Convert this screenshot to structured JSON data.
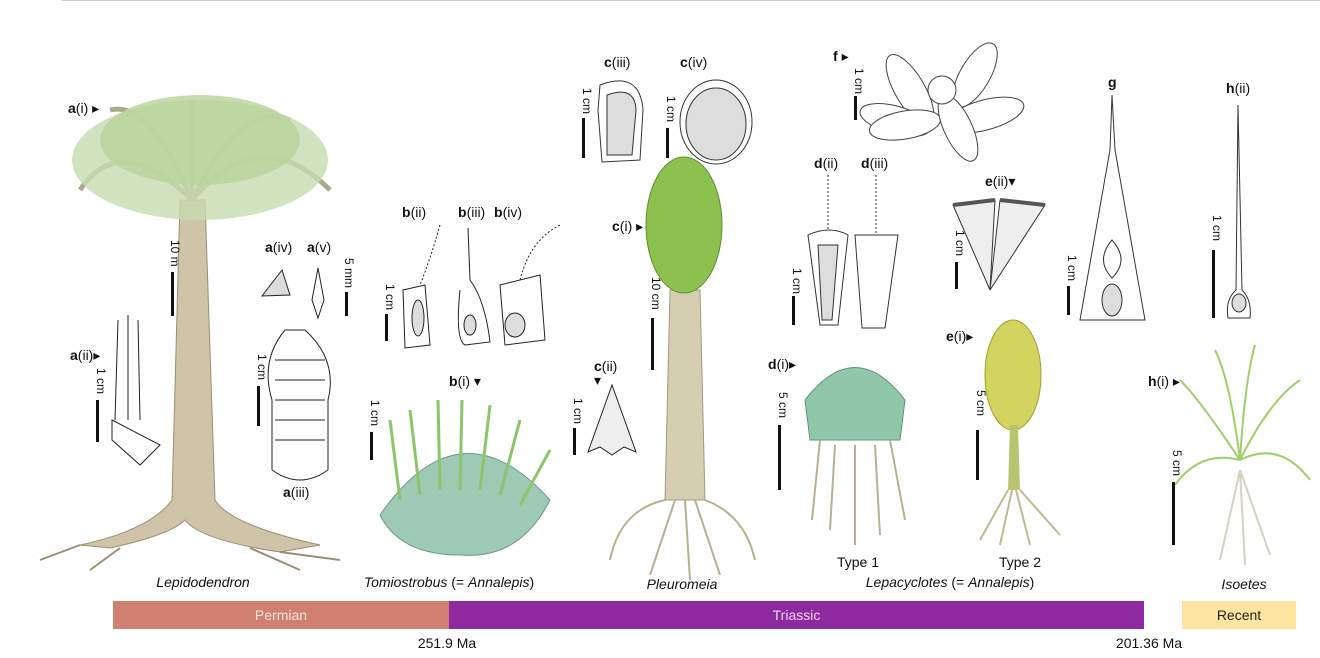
{
  "panels": {
    "a_i": {
      "letter": "a",
      "num": "(i)",
      "arrow": "▸"
    },
    "a_ii": {
      "letter": "a",
      "num": "(ii)",
      "arrow": "▸"
    },
    "a_iii": {
      "letter": "a",
      "num": "(iii)"
    },
    "a_iv": {
      "letter": "a",
      "num": "(iv)"
    },
    "a_v": {
      "letter": "a",
      "num": "(v)"
    },
    "b_i": {
      "letter": "b",
      "num": "(i)",
      "arrow": "▾"
    },
    "b_ii": {
      "letter": "b",
      "num": "(ii)"
    },
    "b_iii": {
      "letter": "b",
      "num": "(iii)"
    },
    "b_iv": {
      "letter": "b",
      "num": "(iv)"
    },
    "c_i": {
      "letter": "c",
      "num": "(i)",
      "arrow": "▸"
    },
    "c_ii": {
      "letter": "c",
      "num": "(ii)",
      "arrow": "▾"
    },
    "c_iii": {
      "letter": "c",
      "num": "(iii)"
    },
    "c_iv": {
      "letter": "c",
      "num": "(iv)"
    },
    "d_i": {
      "letter": "d",
      "num": "(i)",
      "arrow": "▸"
    },
    "d_ii": {
      "letter": "d",
      "num": "(ii)"
    },
    "d_iii": {
      "letter": "d",
      "num": "(iii)"
    },
    "e_i": {
      "letter": "e",
      "num": "(i)",
      "arrow": "▸"
    },
    "e_ii": {
      "letter": "e",
      "num": "(ii)",
      "arrow": "▾"
    },
    "f": {
      "letter": "f",
      "arrow": "▸"
    },
    "g": {
      "letter": "g"
    },
    "h_i": {
      "letter": "h",
      "num": "(i)",
      "arrow": "▸"
    },
    "h_ii": {
      "letter": "h",
      "num": "(ii)"
    }
  },
  "scales": {
    "s10m": "10 m",
    "s5mm": "5 mm",
    "s1cm": "1 cm",
    "s10cm": "10 cm",
    "s5cm": "5 cm"
  },
  "taxa": {
    "lepidodendron": "Lepidodendron",
    "tomiostrobus": "Tomiostrobus",
    "annalepis": "Annalepis",
    "eq_open": " (= ",
    "close": ")",
    "pleuromeia": "Pleuromeia",
    "lepacyclotes": "Lepacyclotes",
    "isoetes": "Isoetes",
    "type1": "Type 1",
    "type2": "Type 2"
  },
  "timeline": {
    "periods": [
      {
        "label": "Permian",
        "color": "#cf8070"
      },
      {
        "label": "Triassic",
        "color": "#8e2aa0"
      },
      {
        "label": "Recent",
        "color": "#fde5a0"
      }
    ],
    "boundaries": [
      "251.9 Ma",
      "201.36 Ma"
    ]
  }
}
